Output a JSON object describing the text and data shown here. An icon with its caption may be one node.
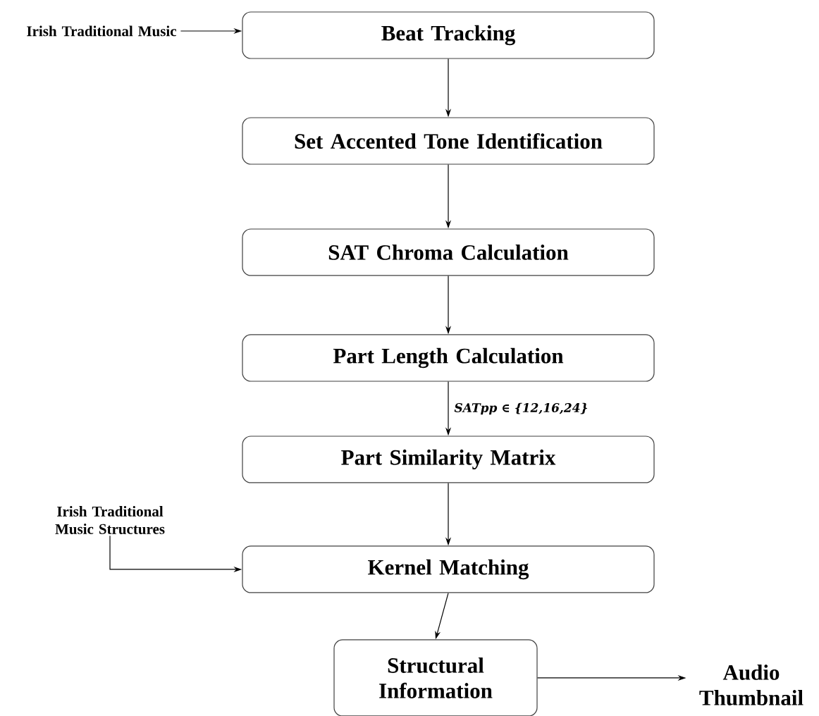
{
  "diagram": {
    "nodes": [
      {
        "text": [
          "Irish Traditional Music"
        ]
      },
      {
        "text": [
          "Beat Tracking"
        ]
      },
      {
        "text": [
          "Set Accented Tone Identification"
        ]
      },
      {
        "text": [
          "SAT Chroma Calculation"
        ]
      },
      {
        "text": [
          "Part Length Calculation"
        ]
      },
      {
        "text": [
          "Part Similarity Matrix"
        ]
      },
      {
        "text": [
          "Irish Traditional Music Structures"
        ]
      },
      {
        "text": [
          "Kernel Matching"
        ]
      },
      {
        "text": [
          "Structural Information"
        ]
      },
      {
        "text": [
          "Audio Thumbnail"
        ]
      }
    ],
    "edges": [
      {
        "from": 0,
        "to": 1,
        "arrow": "to"
      },
      {
        "from": 1,
        "to": 2,
        "arrow": "to"
      },
      {
        "from": 2,
        "to": 3,
        "arrow": "to"
      },
      {
        "from": 3,
        "to": 4,
        "arrow": "to"
      },
      {
        "from": 4,
        "to": 5,
        "arrow": "to",
        "label": "SATpp ∈ {12,16,24}"
      },
      {
        "from": 5,
        "to": 7,
        "arrow": "to"
      },
      {
        "from": 6,
        "to": 7,
        "arrow": "to"
      },
      {
        "from": 7,
        "to": 8,
        "arrow": "to"
      },
      {
        "from": 8,
        "to": 9,
        "arrow": "to"
      }
    ]
  }
}
